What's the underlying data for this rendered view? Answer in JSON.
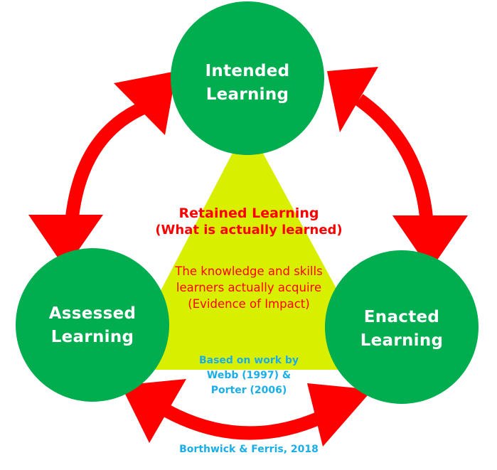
{
  "diagram": {
    "colors": {
      "node_fill": "#00ad4f",
      "node_text": "#ffffff",
      "triangle_fill": "#d9ef00",
      "arrow_fill": "#ff0000",
      "center_text": "#ff0000",
      "credit_text": "#1aaee8",
      "background": "#ffffff"
    },
    "nodes": {
      "intended": {
        "line1": "Intended",
        "line2": "Learning"
      },
      "assessed": {
        "line1": "Assessed",
        "line2": "Learning"
      },
      "enacted": {
        "line1": "Enacted",
        "line2": "Learning"
      }
    },
    "center": {
      "title_line1": "Retained Learning",
      "title_line2": "(What is actually learned)",
      "body_line1": "The knowledge and skills",
      "body_line2": "learners actually acquire",
      "body_line3": "(Evidence of Impact)"
    },
    "credits": {
      "based_on_line1": "Based on work by",
      "based_on_line2": "Webb (1997) &",
      "based_on_line3": "Porter (2006)",
      "author": "Borthwick & Ferris, 2018"
    },
    "arrows": [
      {
        "from": "Assessed Learning",
        "to": "Intended Learning",
        "type": "double-headed"
      },
      {
        "from": "Intended Learning",
        "to": "Enacted Learning",
        "type": "double-headed"
      },
      {
        "from": "Assessed Learning",
        "to": "Enacted Learning",
        "type": "double-headed"
      }
    ]
  }
}
